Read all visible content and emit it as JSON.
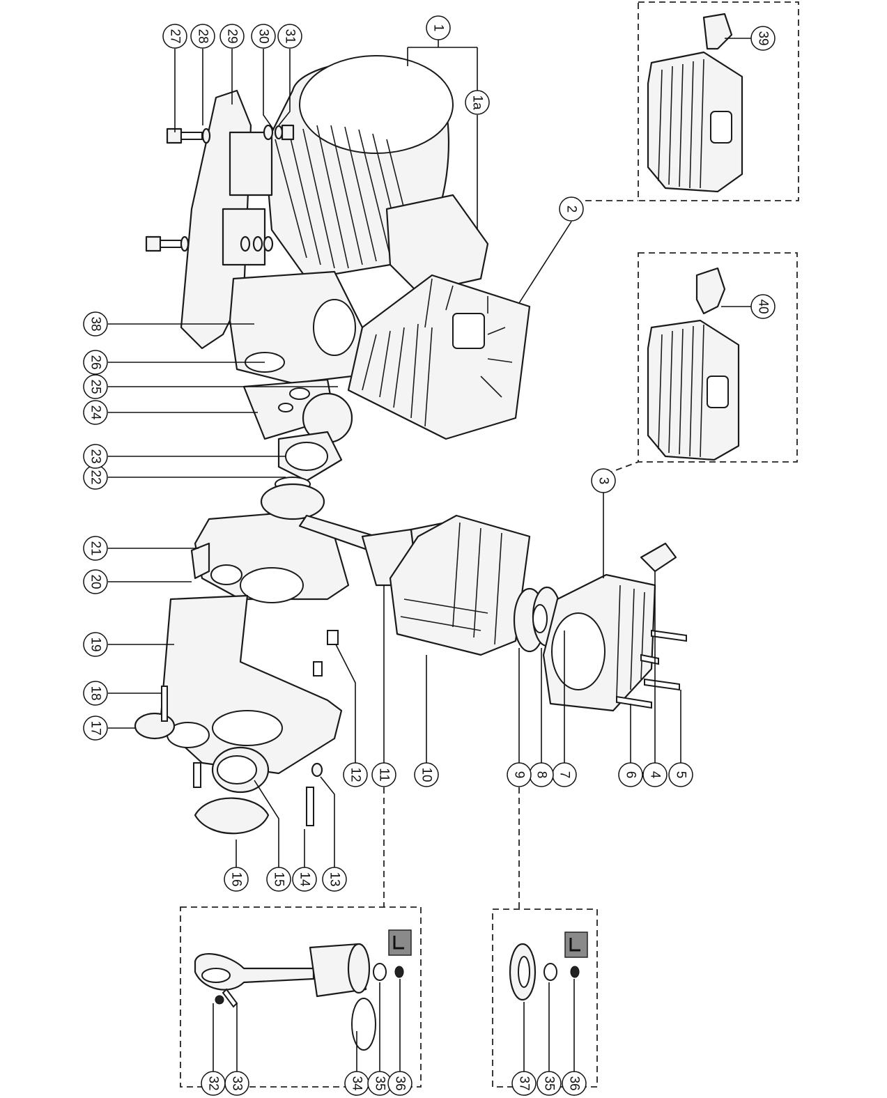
{
  "callouts": [
    {
      "id": "c1",
      "label": "1"
    },
    {
      "id": "c1a",
      "label": "1a"
    },
    {
      "id": "c2",
      "label": "2"
    },
    {
      "id": "c3",
      "label": "3"
    },
    {
      "id": "c4",
      "label": "4"
    },
    {
      "id": "c5",
      "label": "5"
    },
    {
      "id": "c6",
      "label": "6"
    },
    {
      "id": "c7",
      "label": "7"
    },
    {
      "id": "c8",
      "label": "8"
    },
    {
      "id": "c9",
      "label": "9"
    },
    {
      "id": "c10",
      "label": "10"
    },
    {
      "id": "c11",
      "label": "11"
    },
    {
      "id": "c12",
      "label": "12"
    },
    {
      "id": "c13",
      "label": "13"
    },
    {
      "id": "c14",
      "label": "14"
    },
    {
      "id": "c15",
      "label": "15"
    },
    {
      "id": "c16",
      "label": "16"
    },
    {
      "id": "c17",
      "label": "17"
    },
    {
      "id": "c18",
      "label": "18"
    },
    {
      "id": "c19",
      "label": "19"
    },
    {
      "id": "c20",
      "label": "20"
    },
    {
      "id": "c21",
      "label": "21"
    },
    {
      "id": "c22",
      "label": "22"
    },
    {
      "id": "c23",
      "label": "23"
    },
    {
      "id": "c24",
      "label": "24"
    },
    {
      "id": "c25",
      "label": "25"
    },
    {
      "id": "c26",
      "label": "26"
    },
    {
      "id": "c27",
      "label": "27"
    },
    {
      "id": "c28",
      "label": "28"
    },
    {
      "id": "c29",
      "label": "29"
    },
    {
      "id": "c30",
      "label": "30"
    },
    {
      "id": "c31",
      "label": "31"
    },
    {
      "id": "c32",
      "label": "32"
    },
    {
      "id": "c33",
      "label": "33"
    },
    {
      "id": "c34",
      "label": "34"
    },
    {
      "id": "c35a",
      "label": "35"
    },
    {
      "id": "c36a",
      "label": "36"
    },
    {
      "id": "c35b",
      "label": "35"
    },
    {
      "id": "c36b",
      "label": "36"
    },
    {
      "id": "c37",
      "label": "37"
    },
    {
      "id": "c38",
      "label": "38"
    },
    {
      "id": "c39",
      "label": "39"
    },
    {
      "id": "c40",
      "label": "40"
    }
  ],
  "orientation": "rotated 90° clockwise",
  "style": {
    "line_color": "#1a1a1a",
    "fill_color": "#f4f4f4",
    "symbol_grey": "#8a8a8a"
  }
}
